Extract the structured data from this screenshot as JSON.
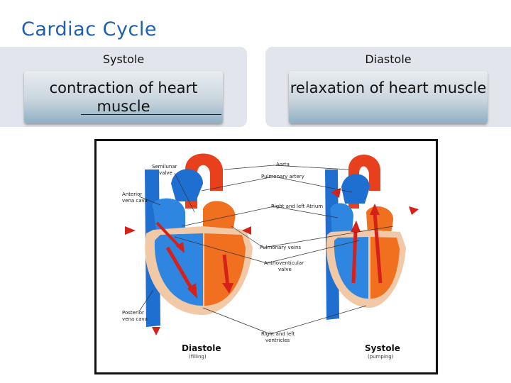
{
  "title": "Cardiac Cycle",
  "left_panel": {
    "heading": "Systole",
    "text": "contraction of heart muscle"
  },
  "right_panel": {
    "heading": "Diastole",
    "text": "relaxation of heart muscle"
  },
  "diagram": {
    "labels": {
      "aorta": "Aorta",
      "semilunar_valve_1": "Semilunar",
      "semilunar_valve_2": "valve",
      "pulmonary_artery": "Pulmonary artery",
      "anterior_vena_cava_1": "Anterior",
      "anterior_vena_cava_2": "vena cava",
      "right_left_atrium": "Right and left Atrium",
      "pulmonary_veins": "Pulmonary veins",
      "av_valve_1": "Antrioventicular",
      "av_valve_2": "valve",
      "posterior_vena_cava_1": "Posterior",
      "posterior_vena_cava_2": "vena cava",
      "ventricles_1": "Right and left",
      "ventricles_2": "ventricles"
    },
    "left_caption": "Diastole",
    "left_subcaption": "(filling)",
    "right_caption": "Systole",
    "right_subcaption": "(pumping)",
    "colors": {
      "oxygenated": "#e8401c",
      "deoxygenated": "#1f6fd0",
      "muscle_pale": "#f2c9a6",
      "arrow": "#d6201a"
    }
  }
}
